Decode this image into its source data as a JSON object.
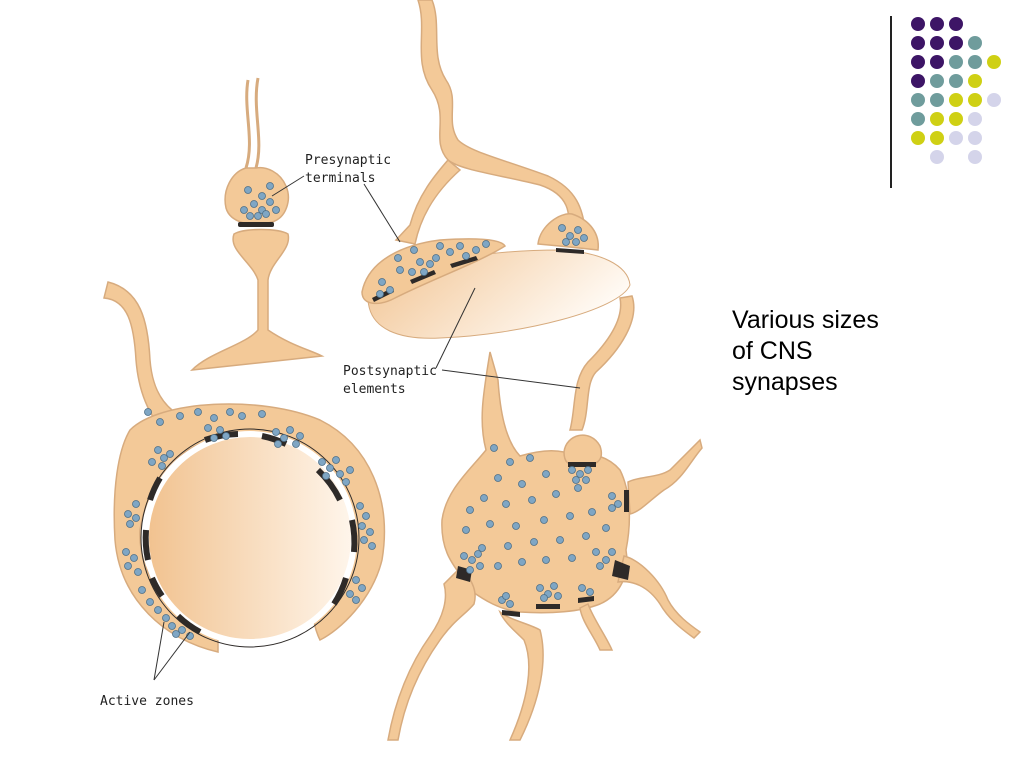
{
  "slide": {
    "caption_lines": [
      "Various sizes",
      "of CNS",
      "synapses"
    ]
  },
  "diagram": {
    "labels": {
      "presynaptic_line1": "Presynaptic",
      "presynaptic_line2": "terminals",
      "postsynaptic_line1": "Postsynaptic",
      "postsynaptic_line2": "elements",
      "active_zones": "Active zones"
    }
  },
  "colors": {
    "tissue": "#f3c998",
    "tissue_outline": "#d7ab7e",
    "vesicle": "#7fa6c4",
    "active_zone": "#2e2a28",
    "purple": "#3d1566",
    "teal": "#6f9c9c",
    "yellow": "#cfd014",
    "lavender": "#d4d4ea"
  },
  "decor": {
    "dot_grid": [
      [
        "purple",
        "purple",
        "purple",
        null,
        null
      ],
      [
        "purple",
        "purple",
        "purple",
        "teal",
        null
      ],
      [
        "purple",
        "purple",
        "teal",
        "teal",
        "yellow"
      ],
      [
        "purple",
        "teal",
        "teal",
        "yellow",
        null
      ],
      [
        "teal",
        "teal",
        "yellow",
        "yellow",
        "lavender"
      ],
      [
        "teal",
        "yellow",
        "yellow",
        "lavender",
        null
      ],
      [
        "yellow",
        "yellow",
        "lavender",
        "lavender",
        null
      ],
      [
        null,
        "lavender",
        null,
        "lavender",
        null
      ]
    ]
  }
}
